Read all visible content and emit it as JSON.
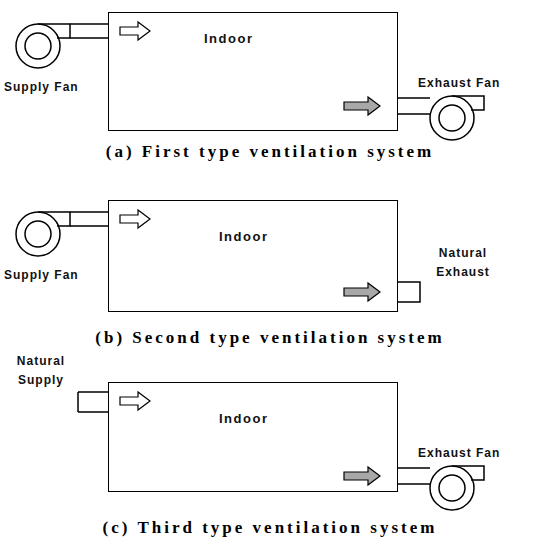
{
  "diagram": {
    "nodes": [
      {
        "text": [
          "Indoor"
        ]
      },
      {
        "text": [
          "Indoor"
        ]
      },
      {
        "text": [
          "Indoor"
        ]
      }
    ],
    "labels": [
      "Supply Fan",
      "Exhaust Fan",
      "(a) First type ventilation system",
      "Supply Fan",
      "Natural Exhaust",
      "(b) Second type ventilation system",
      "Natural Supply",
      "Exhaust Fan",
      "(c) Third type ventilation system"
    ]
  }
}
